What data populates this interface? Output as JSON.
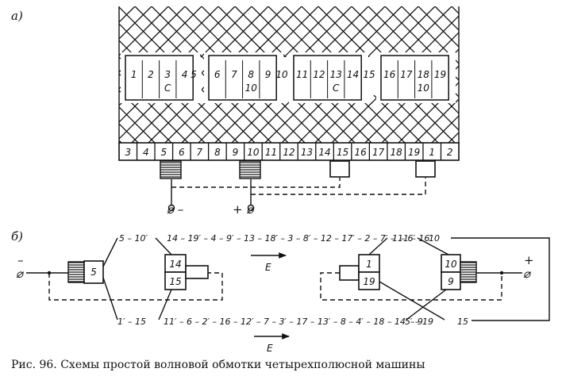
{
  "diagram": {
    "part_a_label": "а)",
    "part_b_label": "б)",
    "slots": [
      "3",
      "4",
      "5",
      "6",
      "7",
      "8",
      "9",
      "10",
      "11",
      "12",
      "13",
      "14",
      "15",
      "16",
      "17",
      "18",
      "19",
      "1",
      "2"
    ],
    "coil_groups": [
      {
        "labels": [
          "1",
          "2",
          "3",
          "4"
        ],
        "inner": "C"
      },
      {
        "labels": [
          "6",
          "7",
          "8",
          "9"
        ],
        "inner": "10"
      },
      {
        "labels": [
          "11",
          "12",
          "13",
          "14"
        ],
        "inner": "C"
      },
      {
        "labels": [
          "16",
          "17",
          "18",
          "19"
        ],
        "inner": "10"
      }
    ],
    "between_labels": [
      "5",
      "10",
      "15"
    ],
    "terminal_minus": "⌀ –",
    "terminal_plus": "+ ⌀",
    "schematic": {
      "left_terminal_sign": "–",
      "left_terminal_symbol": "⌀",
      "right_terminal_sign": "+",
      "right_terminal_symbol": "⌀",
      "brush_left": "5",
      "box_14": "14",
      "box_15": "15",
      "box_1": "1",
      "box_19": "19",
      "box_10": "10",
      "box_9": "9",
      "top_chain_left": "5 – 10′",
      "top_chain_mid": "14 – 19′ – 4 – 9′ – 13 – 18′ – 3 – 8′ – 12 – 17′ – 2 – 7′ – 11 – 16′",
      "top_chain_right_a": "1 – 6′",
      "top_chain_right_b": "10",
      "bottom_chain_left": "1′ – 15",
      "bottom_chain_mid": "11′ – 6 – 2′ – 16 – 12′ – 7 – 3′ – 17 – 13′ – 8 – 4′ – 18 – 14′ – 9",
      "bottom_chain_right_a": "5′ – 19",
      "bottom_chain_right_b": "15",
      "emf_top": "E",
      "emf_bottom": "E"
    }
  },
  "caption": "Рис. 96. Схемы простой волновой обмотки четырехполюсной машины"
}
